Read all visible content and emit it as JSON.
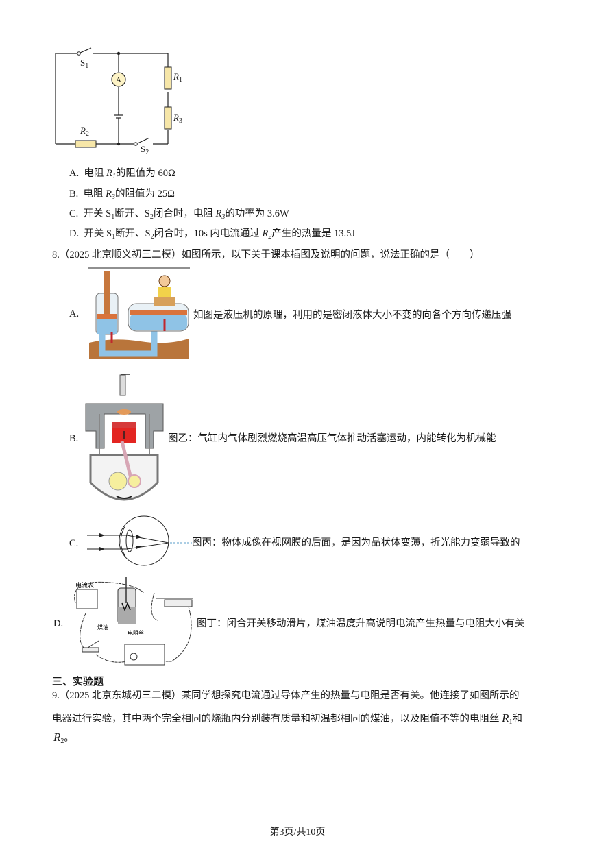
{
  "page": {
    "footer": "第3页/共10页"
  },
  "q7": {
    "figure": {
      "labels": {
        "s1": "S",
        "s1_sub": "1",
        "s2": "S",
        "s2_sub": "2",
        "ammeter": "A",
        "r1": "R",
        "r1_sub": "1",
        "r2": "R",
        "r2_sub": "2",
        "r3": "R",
        "r3_sub": "3"
      }
    },
    "options": [
      {
        "letter": "A.",
        "pre": "电阻 ",
        "var": "R",
        "sub": "1",
        "post": "的阻值为 60Ω"
      },
      {
        "letter": "B.",
        "pre": "电阻 ",
        "var": "R",
        "sub": "3",
        "post": "的阻值为 25Ω"
      },
      {
        "letter": "C.",
        "pre": "开关 S",
        "s1sub": "1",
        "mid": "断开、S",
        "s2sub": "2",
        "mid2": "闭合时，电阻 ",
        "var": "R",
        "sub": "3",
        "post": "的功率为 3.6W"
      },
      {
        "letter": "D.",
        "pre": "开关 S",
        "s1sub": "1",
        "mid": "断开、S",
        "s2sub": "2",
        "mid2": "闭合时，10s 内电流通过 ",
        "var": "R",
        "sub": "2",
        "post": "产生的热量是 13.5J"
      }
    ]
  },
  "q8": {
    "stem": "8.（2025 北京顺义初三二模）如图所示，以下关于课本插图及说明的问题，说法正确的是（　　）",
    "options": [
      {
        "letter": "A.",
        "text": "如图是液压机的原理，利用的是密闭液体大小不变的向各个方向传递压强",
        "figure": "hydraulic-press"
      },
      {
        "letter": "B.",
        "text": "图乙：气缸内气体剧烈燃烧高温高压气体推动活塞运动，内能转化为机械能",
        "figure": "engine-cylinder"
      },
      {
        "letter": "C.",
        "text": "图丙：物体成像在视网膜的后面，是因为晶状体变薄，折光能力变弱导致的",
        "figure": "eye-diagram"
      },
      {
        "letter": "D.",
        "text": "图丁：闭合开关移动滑片，煤油温度升高说明电流产生热量与电阻大小有关",
        "figure": "heating-experiment",
        "figure_labels": {
          "ammeter": "电流表",
          "kerosene": "煤油",
          "wire": "电阻丝"
        }
      }
    ]
  },
  "section3": {
    "heading": "三、实验题"
  },
  "q9": {
    "line1": "9.（2025 北京东城初三二模）某同学想探究电流通过导体产生的热量与电阻是否有关。他连接了如图所示的",
    "line2": "电器进行实验，其中两个完全相同的烧瓶内分别装有质量和初温都相同的煤油，以及阻值不等的电阻丝 ",
    "r1": "R",
    "r1_sub": "1",
    "and": "和",
    "r2": "R",
    "r2_sub": "2",
    "end": "。"
  }
}
